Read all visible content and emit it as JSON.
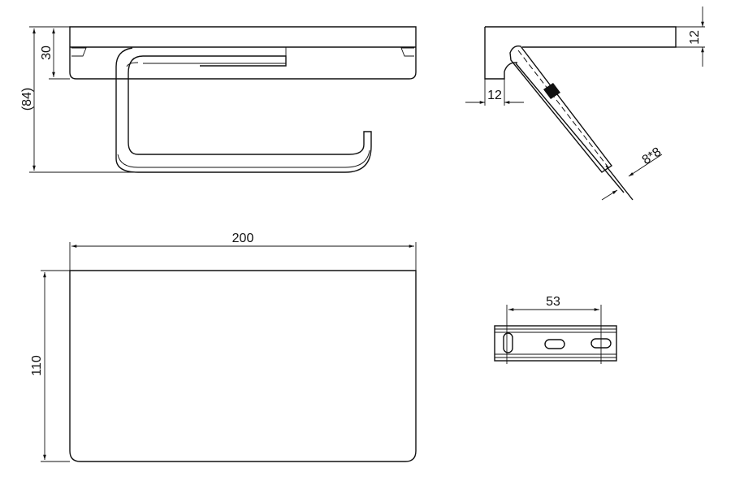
{
  "title": "Toilet roll holder with shelf - dimension drawing",
  "views": {
    "front": {
      "height_shelf": "30",
      "height_total": "(84)"
    },
    "side": {
      "shelf_thickness": "12",
      "wall_depth": "12",
      "rod_section": "8*8"
    },
    "top": {
      "width": "200",
      "depth": "110"
    },
    "bracket": {
      "hole_spacing": "53"
    }
  },
  "colors": {
    "line": "#111111",
    "background": "#ffffff"
  }
}
